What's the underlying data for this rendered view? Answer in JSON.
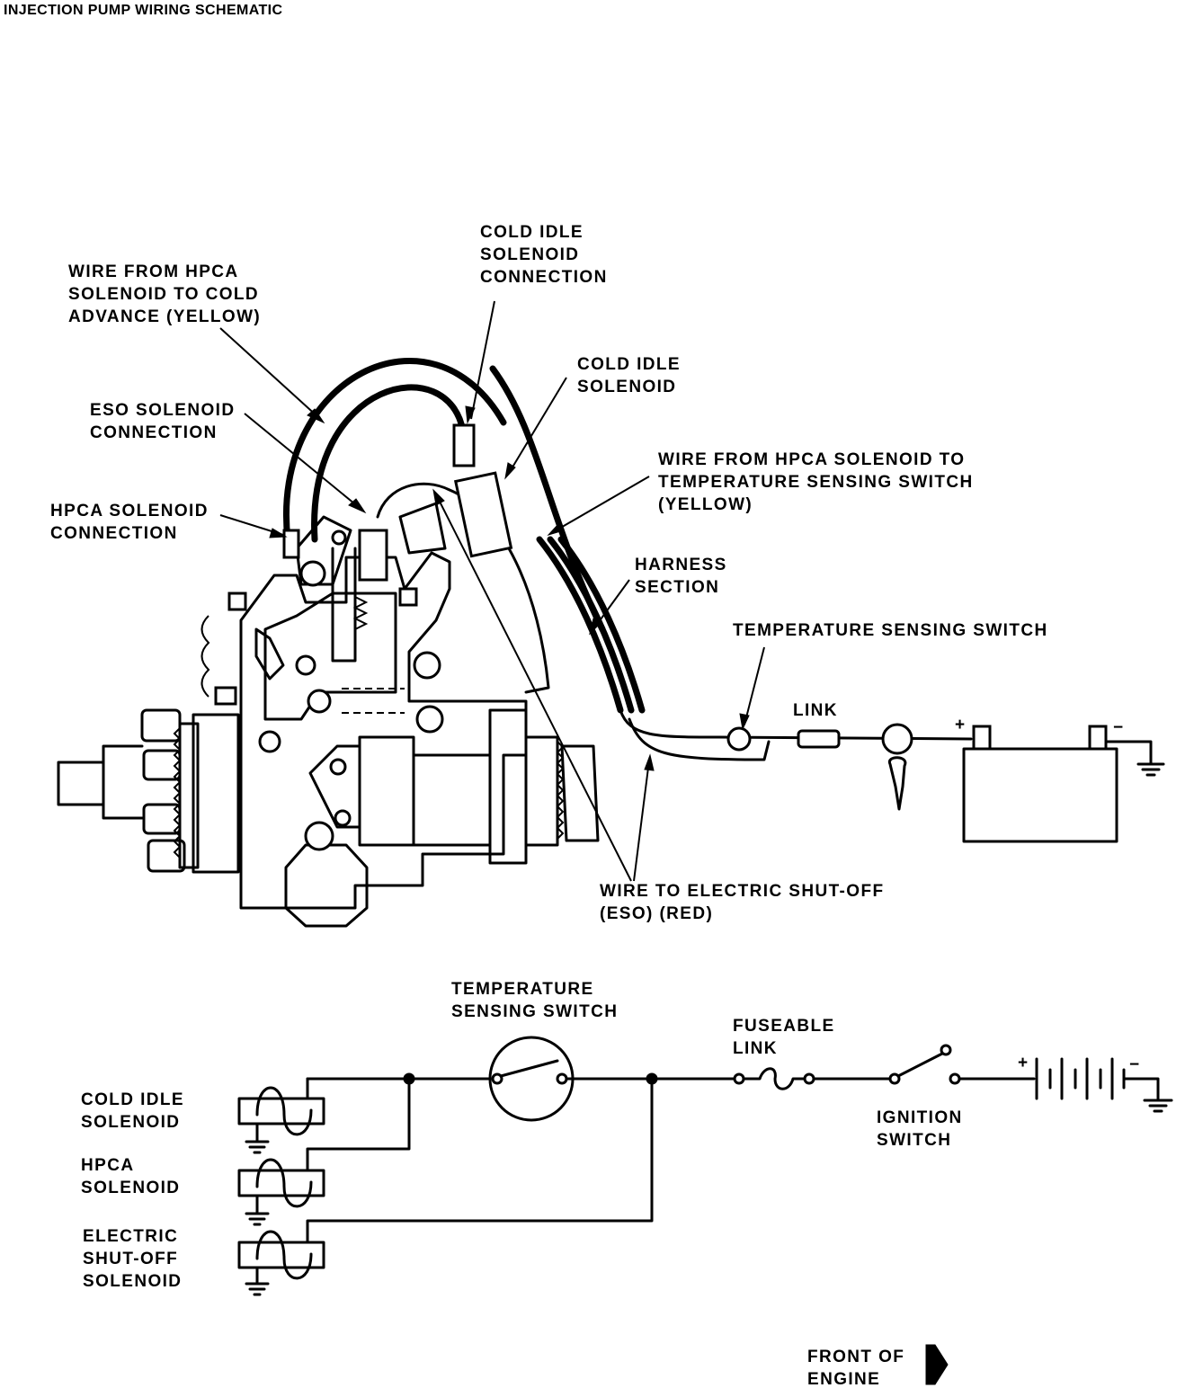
{
  "title": "INJECTION PUMP WIRING SCHEMATIC",
  "pump_labels": {
    "cold_idle_connection": [
      "COLD IDLE",
      "SOLENOID",
      "CONNECTION"
    ],
    "wire_hpca_cold_advance": [
      "WIRE FROM HPCA",
      "SOLENOID TO COLD",
      "ADVANCE (YELLOW)"
    ],
    "cold_idle_solenoid": [
      "COLD IDLE",
      "SOLENOID"
    ],
    "eso_connection": [
      "ESO SOLENOID",
      "CONNECTION"
    ],
    "wire_hpca_temp_switch": [
      "WIRE FROM HPCA SOLENOID TO",
      "TEMPERATURE SENSING SWITCH",
      "(YELLOW)"
    ],
    "hpca_connection": [
      "HPCA SOLENOID",
      "CONNECTION"
    ],
    "harness_section": [
      "HARNESS",
      "SECTION"
    ],
    "temp_switch": [
      "TEMPERATURE SENSING SWITCH"
    ],
    "link": [
      "LINK"
    ],
    "battery_plus": "+",
    "battery_minus": "−",
    "wire_to_eso": [
      "WIRE TO ELECTRIC SHUT-OFF",
      "(ESO) (RED)"
    ]
  },
  "schematic_labels": {
    "temp_switch": [
      "TEMPERATURE",
      "SENSING SWITCH"
    ],
    "fuseable_link": [
      "FUSEABLE",
      "LINK"
    ],
    "ignition_switch": [
      "IGNITION",
      "SWITCH"
    ],
    "cold_idle_solenoid": [
      "COLD IDLE",
      "SOLENOID"
    ],
    "hpca_solenoid": [
      "HPCA",
      "SOLENOID"
    ],
    "eso_solenoid": [
      "ELECTRIC",
      "SHUT-OFF",
      "SOLENOID"
    ],
    "battery_plus": "+",
    "battery_minus": "−"
  },
  "front_of_engine": [
    "FRONT OF",
    "ENGINE"
  ]
}
